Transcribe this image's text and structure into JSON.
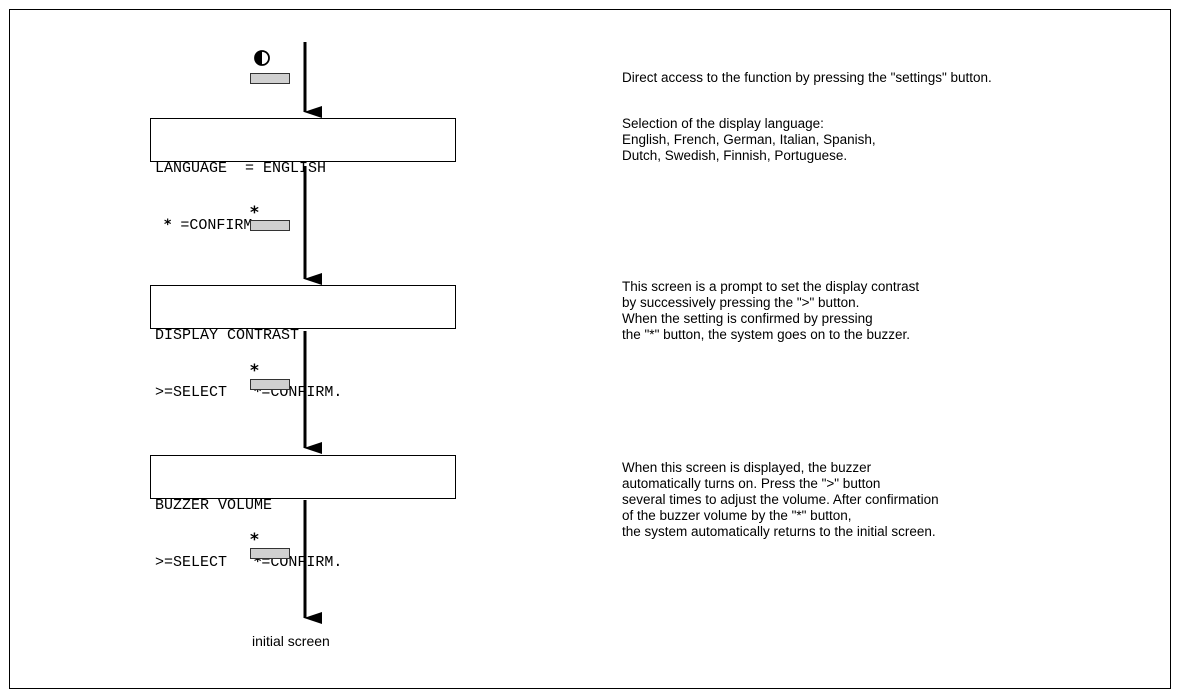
{
  "settings_key": {
    "icon": "contrast-half-circle-icon"
  },
  "screens": [
    {
      "line1": "LANGUAGE  = ENGLISH",
      "line2_prefix": " ",
      "star": "*",
      "line2_suffix": " =CONFIRM."
    },
    {
      "line1": "DISPLAY CONTRAST",
      "line2_prefix": ">=SELECT   ",
      "star": "*",
      "line2_suffix": "=CONFIRM."
    },
    {
      "line1": "BUZZER VOLUME",
      "line2_prefix": ">=SELECT   ",
      "star": "*",
      "line2_suffix": "=CONFIRM."
    }
  ],
  "confirm_key_symbol": "*",
  "end_label": "initial screen",
  "descriptions": [
    "Direct access to the function by pressing the \"settings\" button.",
    "Selection of the display language:\nEnglish, French, German, Italian, Spanish,\nDutch, Swedish, Finnish, Portuguese.",
    "This screen is a prompt to set the display contrast\nby successively pressing the \">\" button.\nWhen the setting is confirmed by pressing\nthe \"*\" button, the system goes on to the buzzer.",
    "When this screen is displayed, the buzzer\nautomatically turns on. Press the \">\" button\nseveral times to adjust the volume. After confirmation\nof the buzzer volume by the \"*\" button,\nthe system automatically returns to the initial screen."
  ]
}
